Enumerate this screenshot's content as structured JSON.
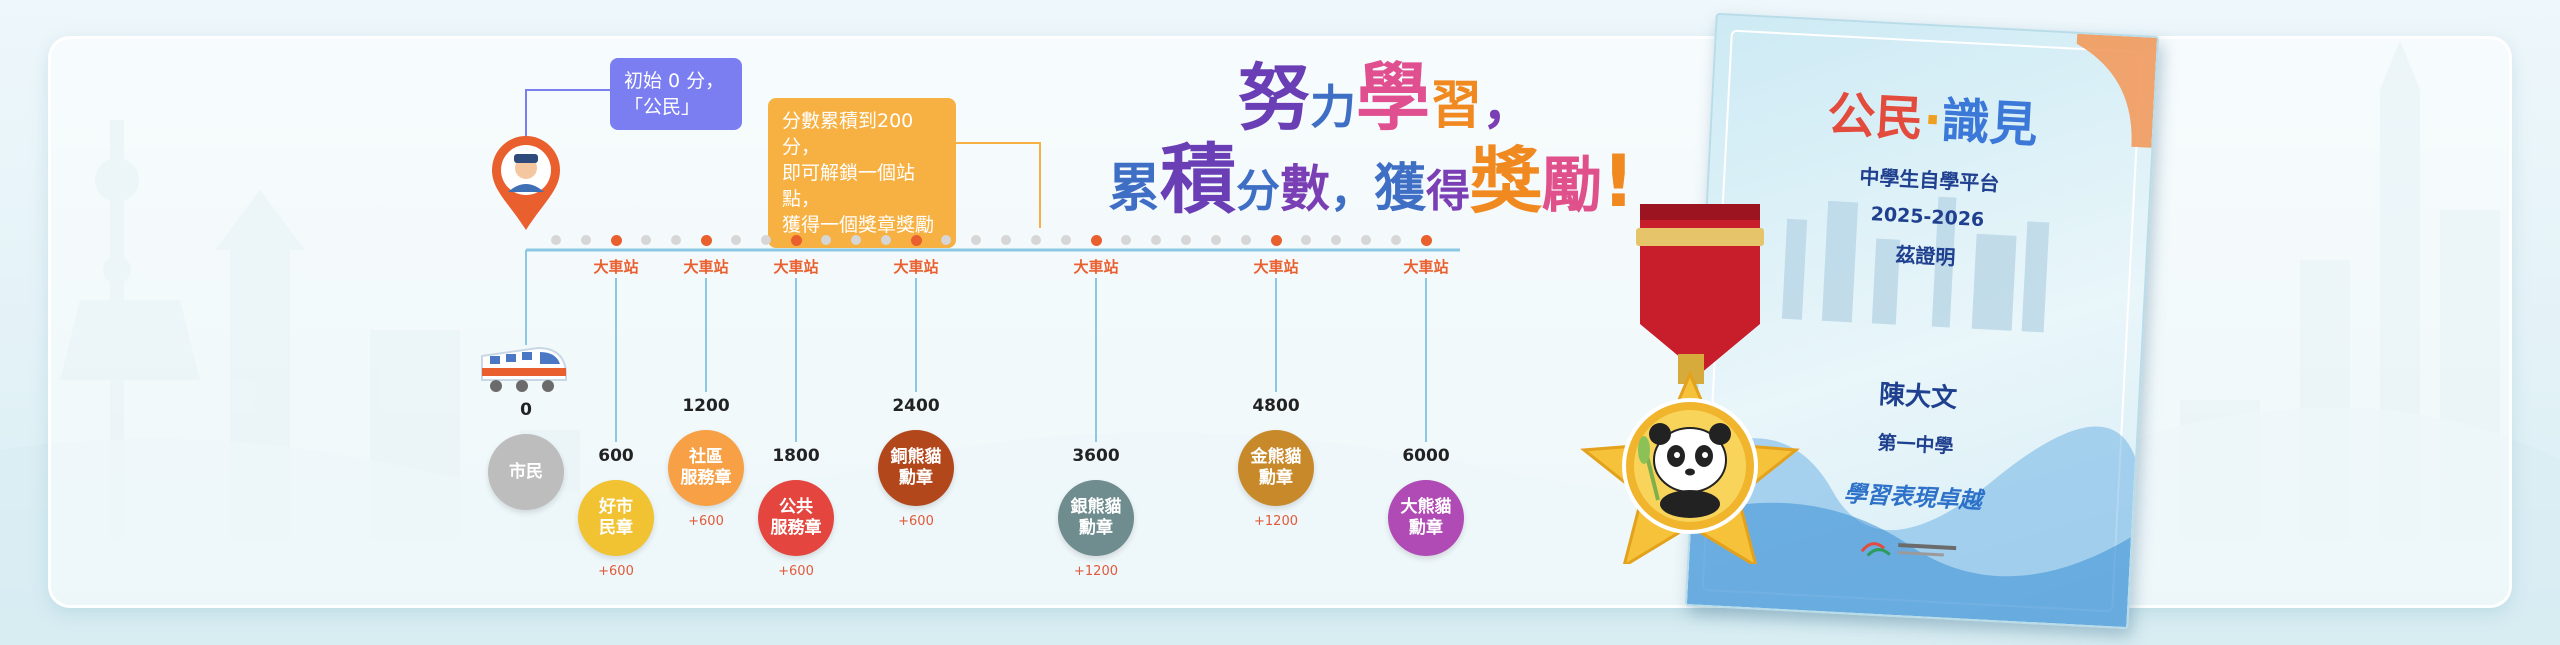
{
  "bubbles": {
    "start_line1": "初始 0 分，",
    "start_line2": "「公民」",
    "info_line1": "分數累積到200分，",
    "info_line2": "即可解鎖一個站點，",
    "info_line3": "獲得一個獎章獎勵"
  },
  "slogan": {
    "c1": "努",
    "c2": "力",
    "c3": "學",
    "c4": "習",
    "c5": "，",
    "d1": "累",
    "d2": "積",
    "d3": "分",
    "d4": "數",
    "d5": "，",
    "e1": "獲",
    "e2": "得",
    "e3": "獎",
    "e4": "勵",
    "e5": "!"
  },
  "station_label": "大車站",
  "milestones": [
    {
      "score": "0",
      "line1": "市民",
      "line2": "",
      "bonus": "",
      "color": "#bdbdbd"
    },
    {
      "score": "600",
      "line1": "好市",
      "line2": "民章",
      "bonus": "+600",
      "color": "#f1c232"
    },
    {
      "score": "1200",
      "line1": "社區",
      "line2": "服務章",
      "bonus": "+600",
      "color": "#f7a045"
    },
    {
      "score": "1800",
      "line1": "公共",
      "line2": "服務章",
      "bonus": "+600",
      "color": "#e4463f"
    },
    {
      "score": "2400",
      "line1": "銅熊貓",
      "line2": "勳章",
      "bonus": "+600",
      "color": "#b2471b"
    },
    {
      "score": "3600",
      "line1": "銀熊貓",
      "line2": "勳章",
      "bonus": "+1200",
      "color": "#6f8c8e"
    },
    {
      "score": "4800",
      "line1": "金熊貓",
      "line2": "勳章",
      "bonus": "+1200",
      "color": "#c8892a"
    },
    {
      "score": "6000",
      "line1": "大熊貓",
      "line2": "勳章",
      "bonus": "",
      "color": "#b04ab4"
    }
  ],
  "certificate": {
    "title_a": "公民",
    "title_dot": "·",
    "title_b": "識見",
    "subtitle": "中學生自學平台",
    "years": "2025-2026",
    "award": "茲證明",
    "name": "陳大文",
    "school": "第一中學",
    "achievement": "學習表現卓越"
  },
  "colors": {
    "orange": "#ea5f2e",
    "timeline": "#8cc8e4",
    "dot_grey": "#d6d6d6"
  }
}
